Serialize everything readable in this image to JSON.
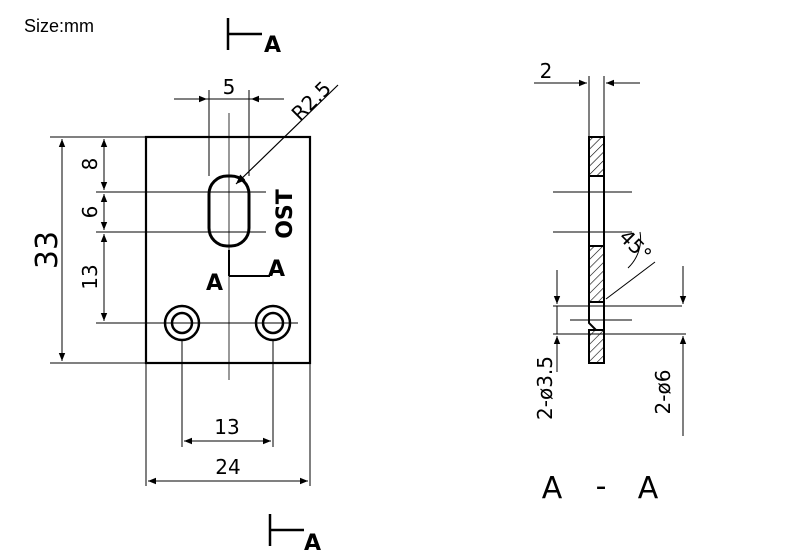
{
  "header": {
    "size_label": "Size:mm"
  },
  "front_view": {
    "dims": {
      "slot_width": "5",
      "slot_radius": "R2.5",
      "height_total": "33",
      "top_to_slot": "8",
      "slot_length": "6",
      "slot_to_holes": "13",
      "hole_spacing": "13",
      "width_total": "24"
    },
    "mark": "OST",
    "section_cut_label": "A",
    "section_marker_label": "A"
  },
  "section_view": {
    "dims": {
      "thickness": "2",
      "chamfer_angle": "45°",
      "hole_small": "2-ø3.5",
      "hole_large": "2-ø6"
    },
    "title_left": "A",
    "title_dash": "-",
    "title_right": "A"
  },
  "colors": {
    "line": "#000000",
    "background": "#ffffff"
  }
}
